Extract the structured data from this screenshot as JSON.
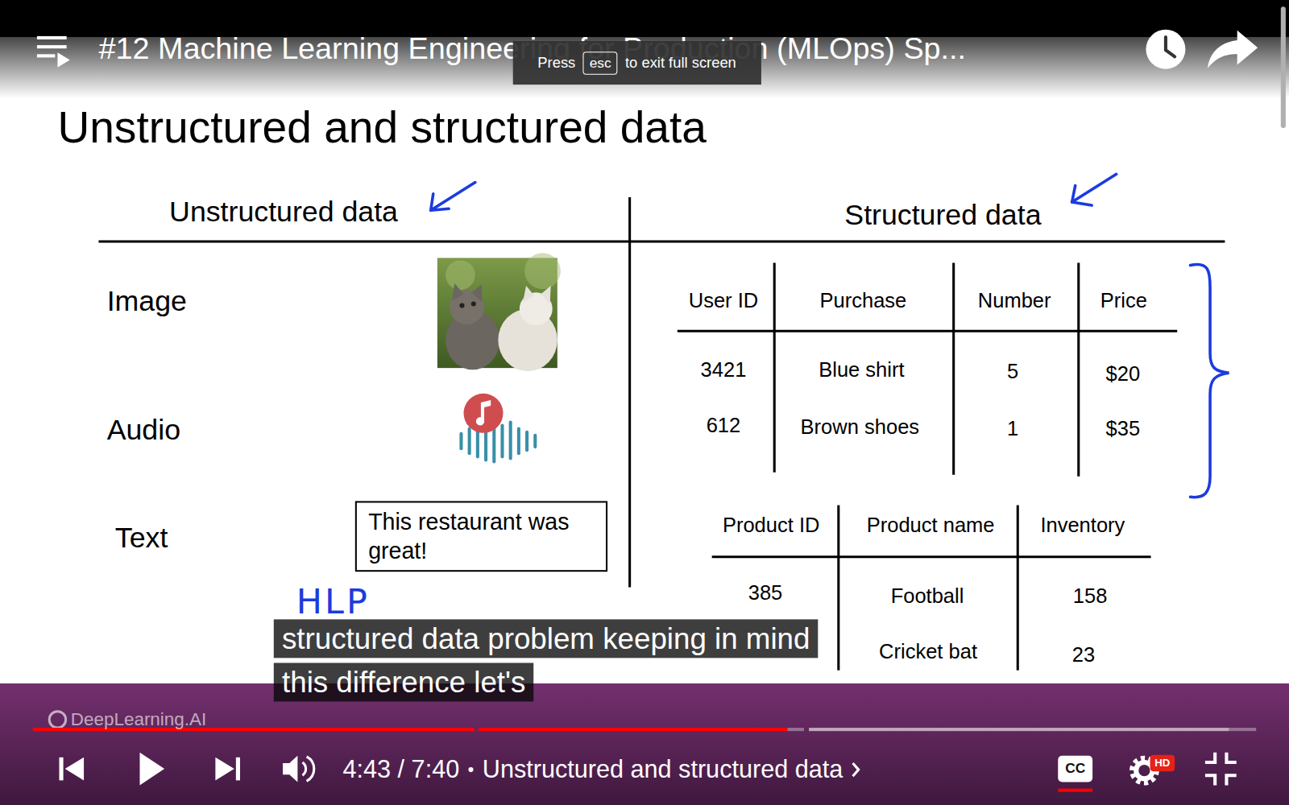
{
  "diagram": {
    "title": "Unstructured and structured data",
    "nodes": [
      {
        "text": [
          "Press",
          "to exit full screen"
        ]
      },
      {
        "text": [
          "esc"
        ],
        "in": 0
      },
      {
        "text": [
          "This restaurant was great!"
        ]
      },
      {
        "text": [
          "structured data problem keeping in mind this difference let's"
        ]
      }
    ],
    "labels": [
      "#12 Machine Learning Engineering for Production (MLOps) Sp...",
      "Unstructured data",
      "Structured data",
      "Image",
      "Audio",
      "Text",
      "User ID",
      "Purchase",
      "Number",
      "Price",
      "3421",
      "Blue shirt",
      "5",
      "$20",
      "612",
      "Brown shoes",
      "1",
      "$35",
      "Product ID",
      "Product name",
      "Inventory",
      "385",
      "Football",
      "158",
      "Cricket bat",
      "23",
      "HLP",
      "DeepLearning.AI",
      "4:43 / 7:40",
      "Unstructured and structured data",
      "CC",
      "HD"
    ]
  }
}
